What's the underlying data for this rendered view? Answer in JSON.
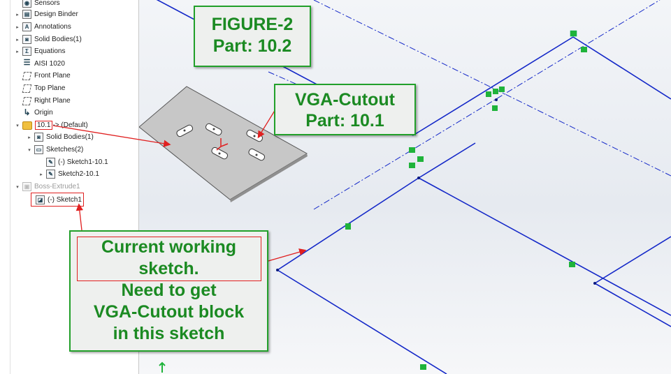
{
  "tree": {
    "items": [
      {
        "label": "Sensors",
        "icon": "sensor-icon",
        "expander": ""
      },
      {
        "label": "Design Binder",
        "icon": "binder-icon",
        "expander": "▸"
      },
      {
        "label": "Annotations",
        "icon": "annotations-icon",
        "expander": "▸"
      },
      {
        "label": "Solid Bodies(1)",
        "icon": "solid-bodies-icon",
        "expander": "▸"
      },
      {
        "label": "Equations",
        "icon": "equations-icon",
        "expander": "▸"
      },
      {
        "label": "AISI 1020",
        "icon": "material-icon",
        "expander": ""
      },
      {
        "label": "Front Plane",
        "icon": "plane-icon",
        "expander": ""
      },
      {
        "label": "Top Plane",
        "icon": "plane-icon",
        "expander": ""
      },
      {
        "label": "Right Plane",
        "icon": "plane-icon",
        "expander": ""
      },
      {
        "label": "Origin",
        "icon": "origin-icon",
        "expander": ""
      }
    ],
    "part_node": {
      "name": "10.1",
      "suffix": " -> (Default)",
      "expander": "▾"
    },
    "part_children": [
      {
        "label": "Solid Bodies(1)",
        "expander": "▸"
      },
      {
        "label": "Sketches(2)",
        "expander": "▾"
      }
    ],
    "sketches": [
      {
        "label": "(-) Sketch1-10.1"
      },
      {
        "label": "Sketch2-10.1",
        "expander": "▸"
      }
    ],
    "boss": {
      "label": "Boss-Extrude1",
      "expander": "▾"
    },
    "current_sketch": {
      "label": "(-) Sketch1"
    },
    "side_marker": "o"
  },
  "callouts": {
    "figure": {
      "line1": "FIGURE-2",
      "line2": "Part: 10.2"
    },
    "vga": {
      "line1": "VGA-Cutout",
      "line2": "Part: 10.1"
    },
    "working": {
      "line1": "Current working",
      "line2": "sketch.",
      "line3": "Need to get",
      "line4": "VGA-Cutout block",
      "line5": "in this sketch"
    }
  },
  "colors": {
    "callout_border": "#22a02a",
    "callout_text": "#1b8a22",
    "highlight_red": "#e02020",
    "sketch_blue": "#1428c8",
    "relation_green": "#1fb33a"
  }
}
